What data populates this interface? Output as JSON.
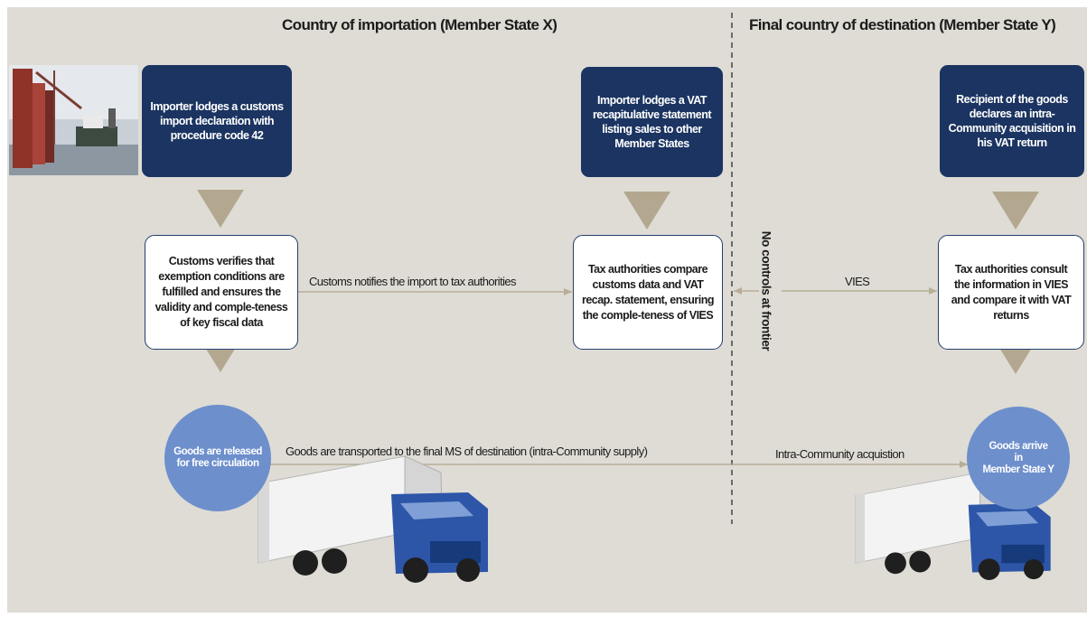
{
  "headings": {
    "left": "Country of importation (Member State X)",
    "right": "Final country of destination (Member State Y)"
  },
  "boxes": {
    "importer_customs": "Importer lodges a customs import declaration with procedure code 42",
    "importer_vat": "Importer lodges a VAT recapitulative statement listing sales to other Member States",
    "recipient": "Recipient of the goods declares an intra-Community acquisition in his VAT return",
    "customs_verifies": "Customs verifies that exemption conditions are fulfilled and ensures the validity and comple-teness of key fiscal data",
    "tax_compare": "Tax authorities compare customs data and VAT recap. statement, ensuring the comple-teness of VIES",
    "tax_consult": "Tax authorities consult the information in VIES and compare it with VAT returns"
  },
  "circles": {
    "released": "Goods are released for free circulation",
    "arrive_line1": "Goods arrive",
    "arrive_line2": "in",
    "arrive_line3": "Member State Y"
  },
  "labels": {
    "customs_notifies": "Customs notifies the import to tax authorities",
    "vies": "VIES",
    "transported": "Goods are transported to the final MS of destination (intra-Community supply)",
    "acquisition": "Intra-Community acquistion",
    "no_controls": "No controls at frontier"
  },
  "colors": {
    "navy_box": "#1b3461",
    "circle": "#6d8fcc",
    "arrow_triangle": "#b3a88f",
    "background": "#dedcd5",
    "connector": "#b8ad97"
  },
  "icons": {
    "port": "port-photo-icon",
    "truck": "truck-icon"
  }
}
